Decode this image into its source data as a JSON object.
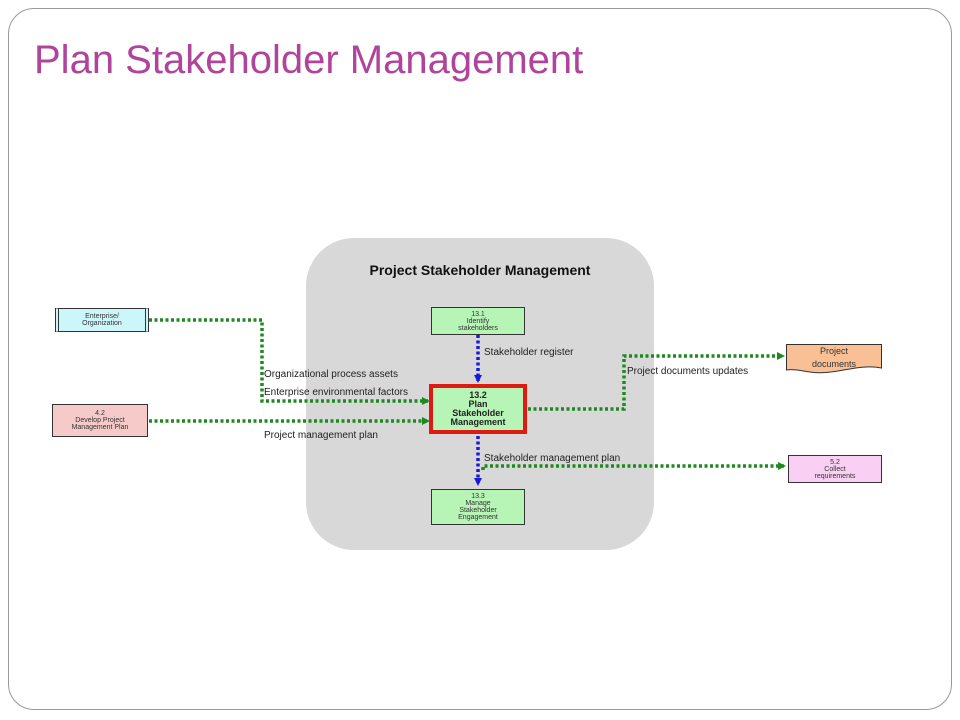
{
  "title": "Plan Stakeholder Management",
  "group": {
    "title": "Project Stakeholder Management"
  },
  "nodes": {
    "identify": {
      "id": "13.1",
      "line1": "Identify",
      "line2": "stakeholders"
    },
    "plan": {
      "id": "13.2",
      "line1": "Plan",
      "line2": "Stakeholder",
      "line3": "Management"
    },
    "manage": {
      "id": "13.3",
      "line1": "Manage",
      "line2": "Stakeholder",
      "line3": "Engagement"
    },
    "enterprise": {
      "line1": "Enterprise/",
      "line2": "Organization"
    },
    "develop": {
      "id": "4.2",
      "line1": "Develop Project",
      "line2": "Management Plan"
    },
    "documents": {
      "line1": "Project",
      "line2": "documents"
    },
    "collect": {
      "id": "5.2",
      "line1": "Collect",
      "line2": "requirements"
    }
  },
  "flow_labels": {
    "org_assets": "Organizational process assets",
    "env_factors": "Enterprise environmental factors",
    "pm_plan": "Project management plan",
    "stakeholder_register": "Stakeholder register",
    "doc_updates": "Project documents updates",
    "sm_plan": "Stakeholder management plan"
  },
  "colors": {
    "title": "#b0449b",
    "green_flow": "#1e8a1e",
    "blue_flow": "#1a1ad6",
    "process_fill": "#b6f5b6",
    "highlight_border": "#e01a12",
    "group_fill": "#d8d8d8"
  }
}
